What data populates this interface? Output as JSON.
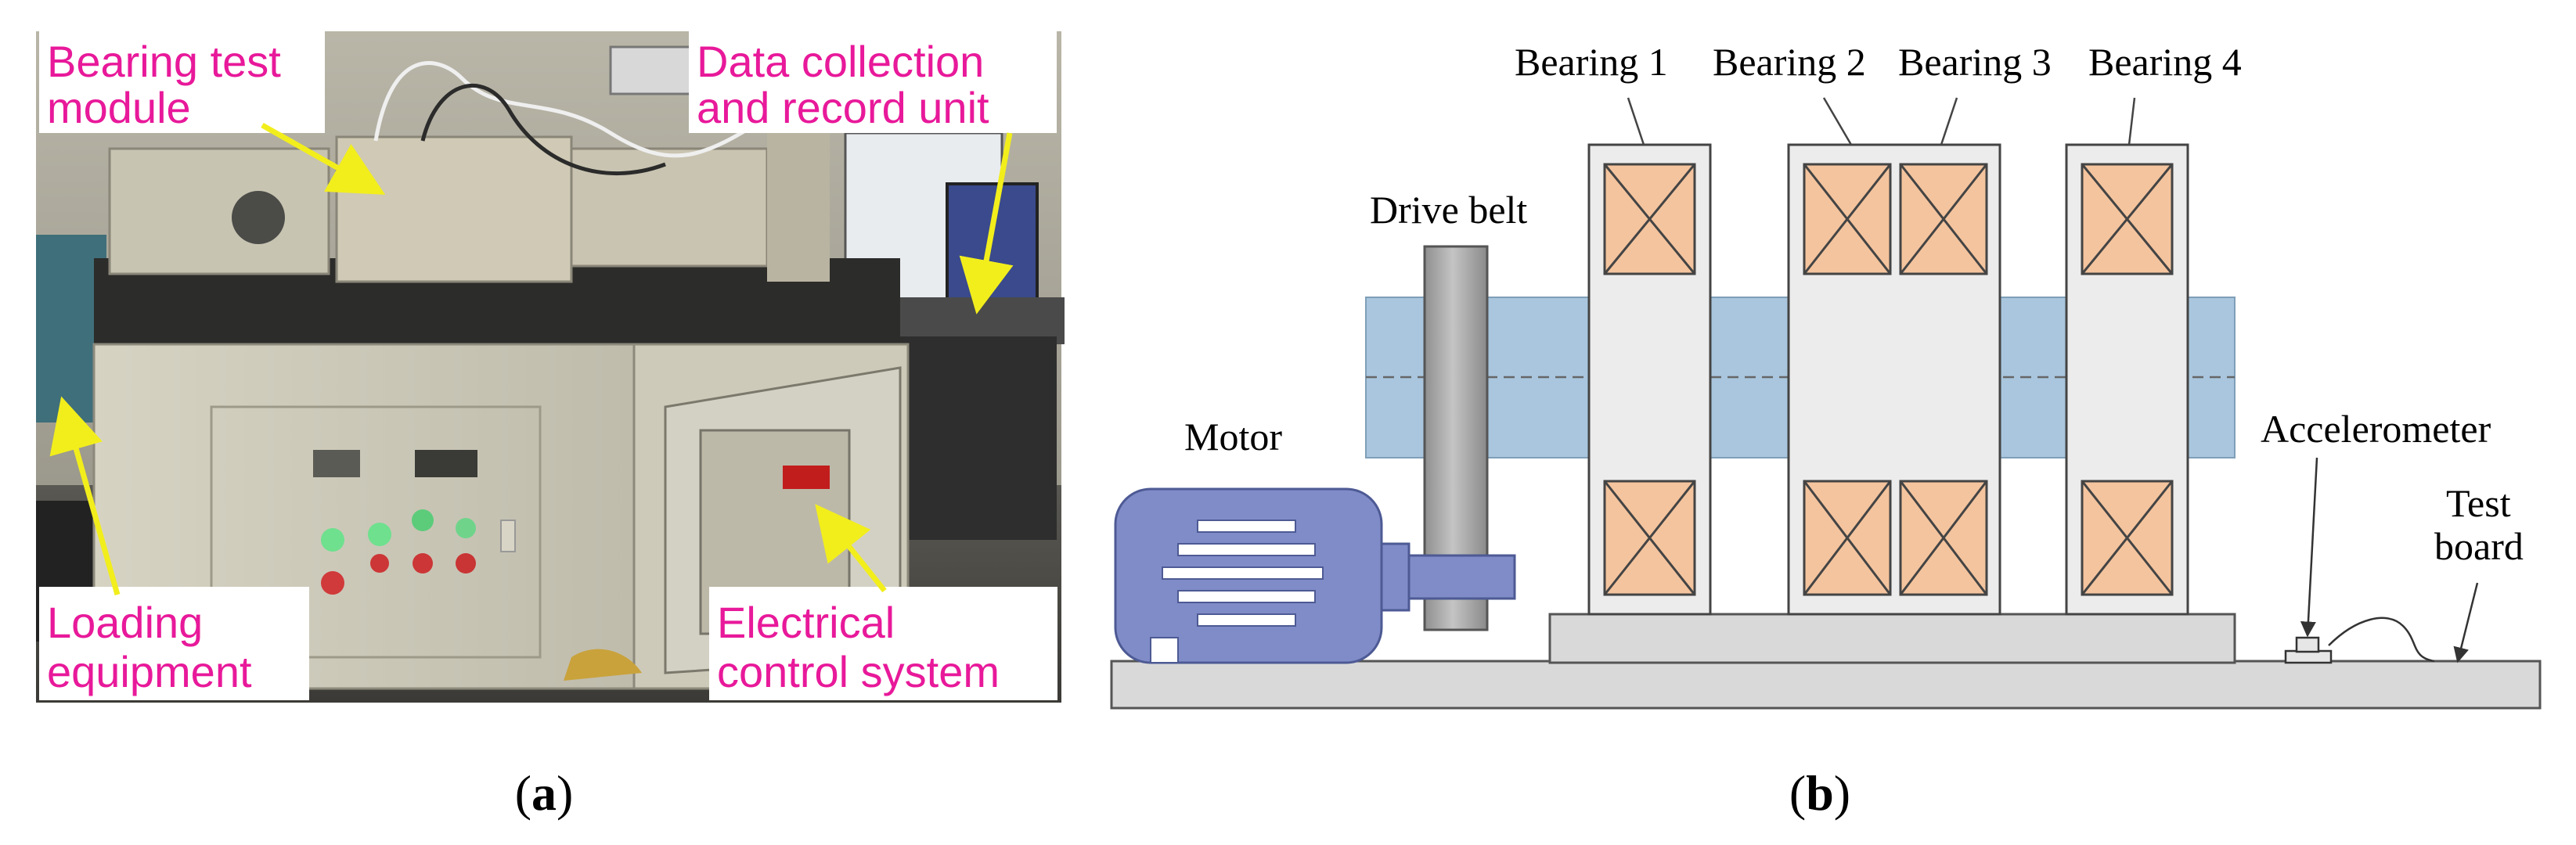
{
  "panel_a": {
    "caption_open": "(",
    "caption_letter": "a",
    "caption_close": ")",
    "callouts": {
      "bearing_test_module": [
        "Bearing test",
        "module"
      ],
      "data_collection": [
        "Data collection",
        "and record unit"
      ],
      "loading_equipment": [
        "Loading",
        "equipment"
      ],
      "electrical_control": [
        "Electrical",
        "control system"
      ]
    },
    "colors": {
      "label_text": "#e8199a",
      "arrow": "#f2ee1c",
      "label_box": "#ffffff"
    }
  },
  "panel_b": {
    "caption_open": "(",
    "caption_letter": "b",
    "caption_close": ")",
    "labels": {
      "bearing_1": "Bearing 1",
      "bearing_2": "Bearing 2",
      "bearing_3": "Bearing 3",
      "bearing_4": "Bearing 4",
      "drive_belt": "Drive belt",
      "motor": "Motor",
      "accelerometer": "Accelerometer",
      "test_board": [
        "Test",
        "board"
      ]
    },
    "colors": {
      "shaft": "#a9c6de",
      "bearing_element": "#f4c49e",
      "housing": "#ececec",
      "motor": "#7f8cc8",
      "belt": "#a6a6a6",
      "base": "#d9d9d9"
    }
  }
}
